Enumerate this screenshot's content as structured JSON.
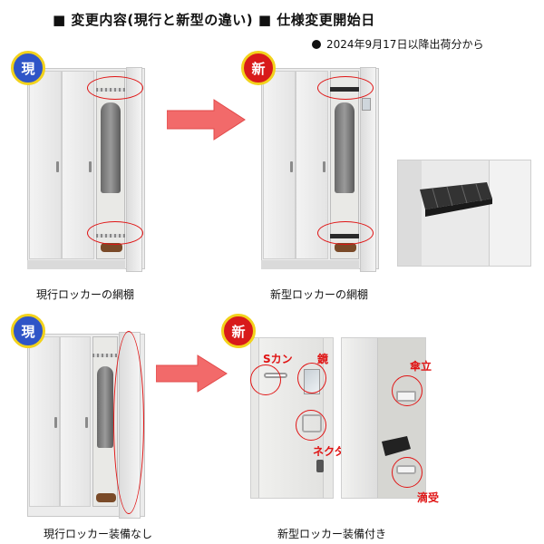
{
  "header": {
    "title": "■ 変更内容(現行と新型の違い) ■ 仕様変更開始日",
    "subtitle": "2024年9月17日以降出荷分から"
  },
  "badges": {
    "old": "現",
    "new": "新"
  },
  "captions": {
    "old_shelf": "現行ロッカーの網棚",
    "new_shelf": "新型ロッカーの網棚",
    "old_equipment": "現行ロッカー装備なし",
    "new_equipment": "新型ロッカー装備付き"
  },
  "labels": {
    "s_hook": "Sカン",
    "mirror": "鏡",
    "necktie": "ネクタイ掛",
    "umbrella": "傘立",
    "drip": "滴受"
  },
  "colors": {
    "accent_red": "#e01414",
    "badge_old": "#2f55c7",
    "badge_new": "#d81a1a",
    "badge_border": "#f2d21c",
    "arrow": "#f26a6a"
  }
}
